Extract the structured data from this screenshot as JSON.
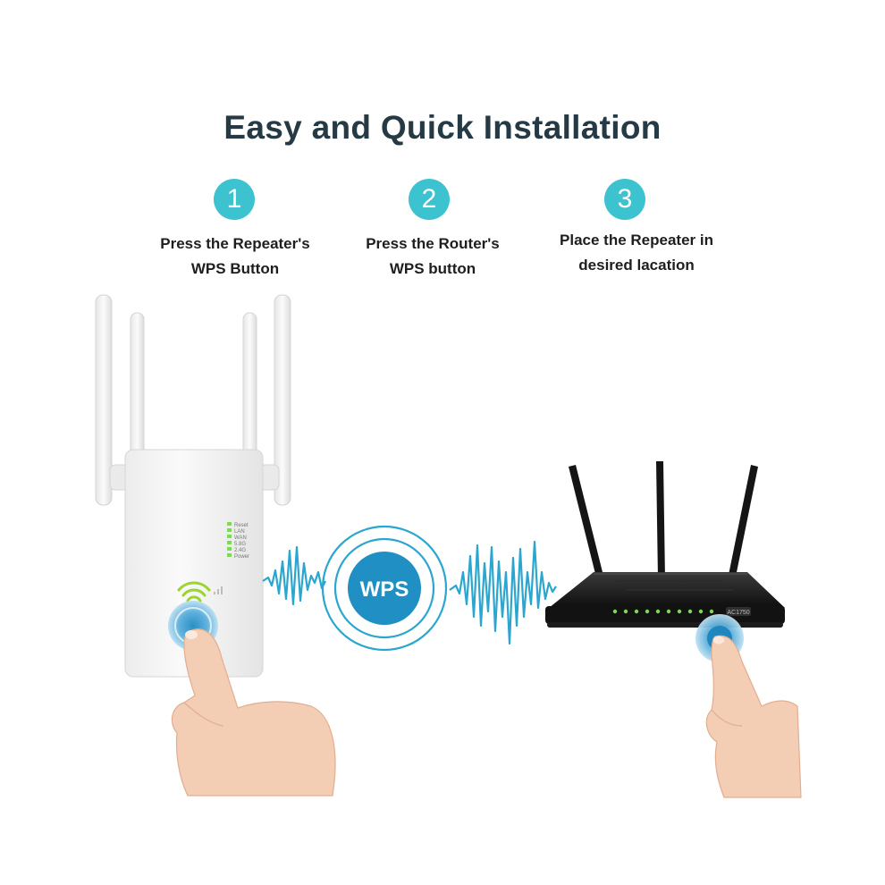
{
  "header": {
    "title": "Easy and Quick Installation"
  },
  "steps": [
    {
      "number": "1",
      "line1": "Press the Repeater's",
      "line2": "WPS Button"
    },
    {
      "number": "2",
      "line1": "Press the Router's",
      "line2": "WPS button"
    },
    {
      "number": "3",
      "line1": "Place the Repeater in",
      "line2": "desired lacation"
    }
  ],
  "repeater": {
    "led_labels": [
      "Reset",
      "LAN",
      "WAN",
      "5.8G",
      "2.4G",
      "Power"
    ]
  },
  "wps_badge": {
    "label": "WPS"
  },
  "router": {
    "model_badge": "AC1750"
  },
  "colors": {
    "accent": "#3cc3cf",
    "wave": "#2aa6cf",
    "title": "#253a44",
    "led": "#7ed957"
  }
}
